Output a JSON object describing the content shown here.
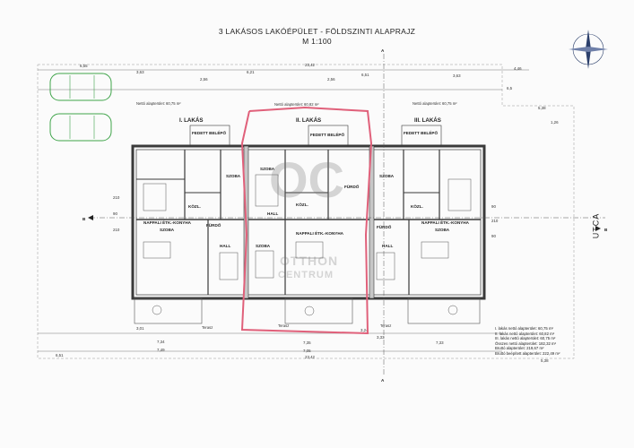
{
  "plan": {
    "title": "3 LAKÁSOS LAKÓÉPÜLET - FÖLDSZINTI  ALAPRAJZ",
    "scale": "M 1:100",
    "street": "UTCA",
    "apartments": [
      {
        "label": "I. LAKÁS",
        "area_text": "Nettó alapterület: 60,75 m²"
      },
      {
        "label": "II. LAKÁS",
        "area_text": "Nettó alapterület: 60,82 m²"
      },
      {
        "label": "III. LAKÁS",
        "area_text": "Nettó alapterület: 60,75 m²"
      }
    ],
    "rooms": [
      "FEDETT BELÉPŐ",
      "FEDETT BELÉPŐ",
      "FEDETT BELÉPŐ",
      "SZOBA",
      "SZOBA",
      "SZOBA",
      "SZOBA",
      "SZOBA",
      "SZOBA",
      "FÜRDŐ",
      "FÜRDŐ",
      "FÜRDŐ",
      "KÖZL.",
      "KÖZL.",
      "KÖZL.",
      "HALL",
      "HALL",
      "HALL",
      "NAPPALI ÉTK.-KONYHA",
      "NAPPALI ÉTK.-KONYHA",
      "NAPPALI ÉTK.-KONYHA"
    ],
    "top_dims": [
      "6,55",
      "23,42",
      "4,46",
      "6,21",
      "6,51",
      "6,5",
      "3,63",
      "2,56",
      "2,56",
      "3,63",
      "5,38",
      "1,26"
    ],
    "bottom_dims": [
      "7,34",
      "7,49",
      "7,35",
      "7,05",
      "7,33",
      "3,01",
      "3,33",
      "3,24",
      "23,42",
      "6,51",
      "5,38"
    ],
    "side_dims": [
      "210",
      "90",
      "210",
      "90",
      "210",
      "90"
    ],
    "section_marks": [
      "A",
      "A",
      "B",
      "B"
    ],
    "terasz_labels": [
      "Terasz",
      "Terasz",
      "Terasz"
    ],
    "summary": [
      "I. lakás nettó alapterület: 60,75 m²",
      "II. lakás nettó alapterület: 60,82 m²",
      "III. lakás nettó alapterület: 60,75 m²",
      "Összes nettó alapterület: 182,32 m²",
      "Bruttó alapterület: 219,67 m²",
      "Bruttó beépített alapterület: 222,49 m²"
    ],
    "watermark": {
      "line1": "OTTHON",
      "line2": "CENTRUM"
    },
    "colors": {
      "line": "#3a3a3a",
      "highlight": "#e0607a",
      "fill": "#c7c7c7",
      "car": "#3fa44a"
    }
  }
}
